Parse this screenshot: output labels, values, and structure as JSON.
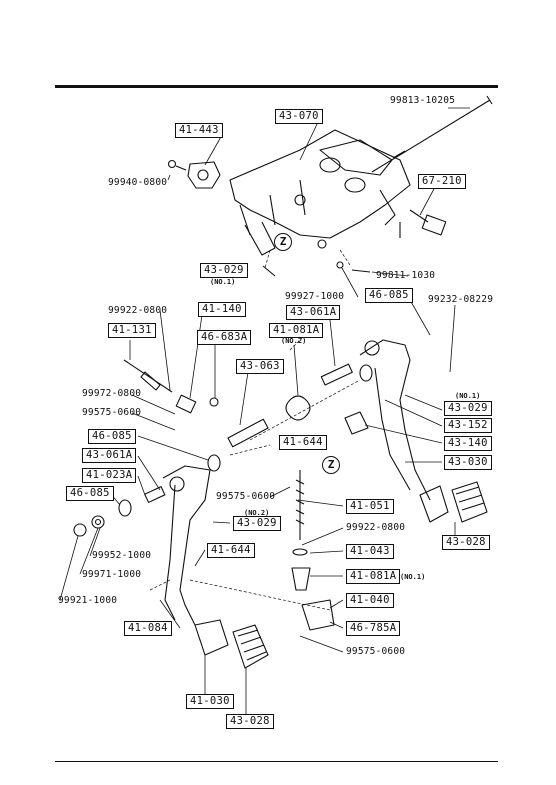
{
  "boxed_labels": {
    "b41_443": "41-443",
    "b43_070": "43-070",
    "b67_210": "67-210",
    "b43_029_top": "43-029",
    "b46_085_r": "46-085",
    "b43_061A_r": "43-061A",
    "b41_140": "41-140",
    "b41_131": "41-131",
    "b46_683A": "46-683A",
    "b41_081A_top": "41-081A",
    "b43_063": "43-063",
    "b43_029_r": "43-029",
    "b43_152": "43-152",
    "b43_140": "43-140",
    "b46_085_l": "46-085",
    "b41_644_top": "41-644",
    "b43_030": "43-030",
    "b43_061A_l": "43-061A",
    "b41_023A": "41-023A",
    "b46_085_ll": "46-085",
    "b41_051": "41-051",
    "b43_029_mid": "43-029",
    "b43_028_r": "43-028",
    "b41_644_low": "41-644",
    "b41_043": "41-043",
    "b41_081A_low": "41-081A",
    "b41_040": "41-040",
    "b46_785A": "46-785A",
    "b41_084": "41-084",
    "b41_030": "41-030",
    "b43_028_l": "43-028"
  },
  "part_numbers": {
    "p99813": "99813-10205",
    "p99940": "99940-0800",
    "p99811": "99811-1030",
    "p99927": "99927-1000",
    "p99232": "99232-08229",
    "p99922_top": "99922-0800",
    "p99972": "99972-0800",
    "p99575_top": "99575-0600",
    "p99575_mid": "99575-0600",
    "p99922_low": "99922-0800",
    "p99952": "99952-1000",
    "p99971": "99971-1000",
    "p99921": "99921-1000",
    "p99575_low": "99575-0600"
  },
  "notes": {
    "no1_a": "(NO.1)",
    "no2_a": "(NO.2)",
    "no1_b": "(NO.1)",
    "no2_b": "(NO.2)",
    "no1_c": "(NO.1)"
  },
  "markers": {
    "z1": "Z",
    "z2": "Z"
  }
}
